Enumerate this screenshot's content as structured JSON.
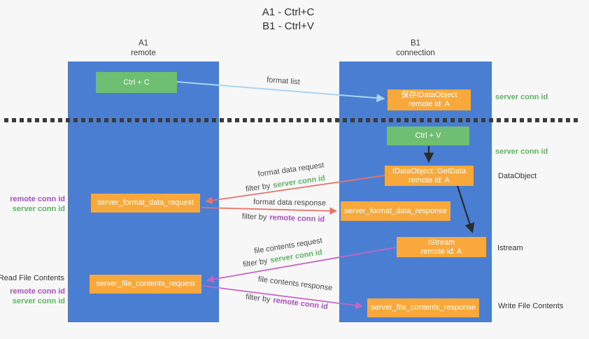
{
  "title": {
    "line1": "A1 - Ctrl+C",
    "line2": "B1 - Ctrl+V"
  },
  "columns": {
    "left": {
      "name": "A1",
      "subtitle": "remote"
    },
    "right": {
      "name": "B1",
      "subtitle": "connection"
    }
  },
  "nodes": {
    "ctrl_c": "Ctrl + C",
    "ctrl_v": "Ctrl + V",
    "save_idataobject": {
      "line1": "保存IDataObject",
      "line2": "remote id: A"
    },
    "getdata": {
      "line1": "IDataObject::GetData",
      "line2": "remote id: A"
    },
    "istream": {
      "line1": "IStream",
      "line2": "remote id: A"
    },
    "format_request": "server_format_data_request",
    "format_response": "server_format_data_response",
    "file_request": "server_file_contents_request",
    "file_response": "server_file_contents_response"
  },
  "arrow_labels": {
    "format_list": "format list",
    "format_data_request": "format data request",
    "format_data_response": "format data response",
    "file_contents_request": "file contents request",
    "file_contents_response": "file contents response",
    "filter_by": "filter by",
    "server_conn_id": "server conn id",
    "remote_conn_id": "remote conn id"
  },
  "side_labels": {
    "server_conn_id_top": "server conn id",
    "server_conn_id_mid": "server conn id",
    "dataobject": "DataObject",
    "istream": "Istream",
    "write_file_contents": "Write File Contents",
    "read_file_contents": "Read File Contents",
    "remote_conn_id_left_top": "remote conn id",
    "server_conn_id_left_top": "server conn id",
    "remote_conn_id_left_bottom": "remote conn id",
    "server_conn_id_left_bottom": "server conn id"
  },
  "colors": {
    "background": "#f7f7f7",
    "lifeline_blue": "#4a7ed3",
    "node_green": "#6fbf72",
    "node_orange": "#f9a83c",
    "arrow_lightblue": "#a9d5f2",
    "arrow_red": "#e8736b",
    "arrow_magenta": "#c466c4",
    "arrow_black": "#2b2b2b",
    "text_green": "#5cb860",
    "text_purple": "#ab4fc7"
  }
}
